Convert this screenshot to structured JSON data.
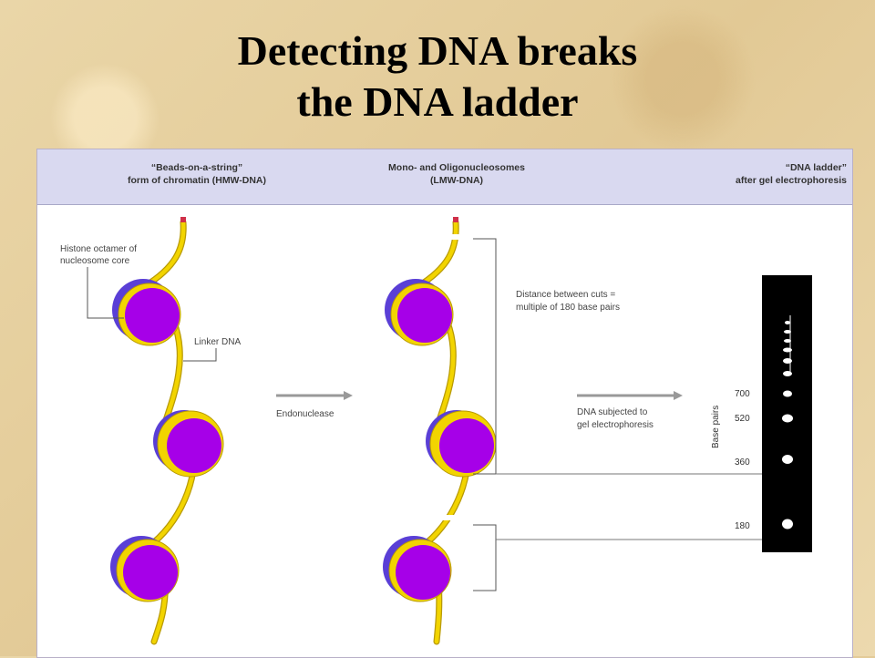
{
  "title": {
    "line1": "Detecting DNA breaks",
    "line2": "the DNA ladder"
  },
  "header": {
    "left": {
      "line1": "“Beads-on-a-string”",
      "line2": "form of chromatin (HMW-DNA)"
    },
    "middle": {
      "line1": "Mono- and Oligonucleosomes",
      "line2": "(LMW-DNA)"
    },
    "right": {
      "line1": "“DNA ladder”",
      "line2": "after gel electrophoresis"
    }
  },
  "labels": {
    "histone_line1": "Histone octamer of",
    "histone_line2": "nucleosome core",
    "linker": "Linker DNA",
    "endonuclease": "Endonuclease",
    "distance_line1": "Distance between cuts =",
    "distance_line2": "multiple of 180 base pairs",
    "gel_line1": "DNA subjected to",
    "gel_line2": "gel electrophoresis",
    "base_pairs_axis": "Base pairs"
  },
  "ladder_marks": [
    "700",
    "520",
    "360",
    "180"
  ],
  "colors": {
    "dna": "#f2d400",
    "dna_outline": "#b89a00",
    "histone": "#a600e8",
    "histone_back": "#5a3fd6",
    "header_bg": "#d9d9f0",
    "arrow": "#999999",
    "gel": "#000000",
    "band": "#ffffff"
  }
}
